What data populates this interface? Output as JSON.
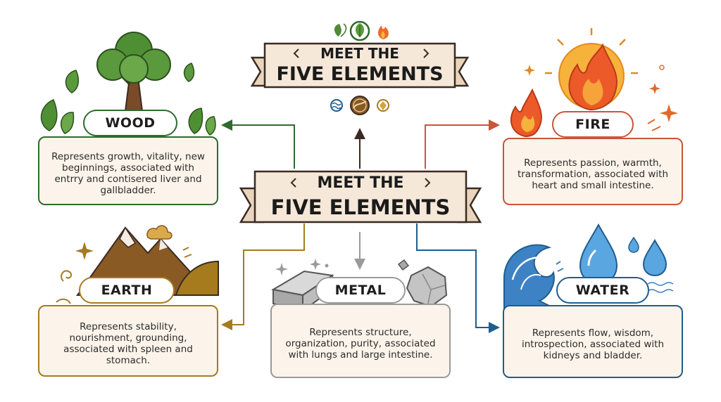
{
  "title": {
    "line1": "MEET THE",
    "line2": "FIVE ELEMENTS"
  },
  "elements": {
    "wood": {
      "label": "WOOD",
      "description": "Represents growth, vitality, new beginnings, associated with entrry and contisered liver and gallbladder.",
      "color": "#2f6b2f"
    },
    "fire": {
      "label": "FIRE",
      "description": "Represents passion, warmth, transformation, associated with heart and small intestine.",
      "color": "#c9553a"
    },
    "earth": {
      "label": "EARTH",
      "description": "Represents stability, nourishment, grounding, associated with spleen and stomach.",
      "color": "#a57b1e"
    },
    "metal": {
      "label": "METAL",
      "description": "Represents structure, organization, purity, associated with lungs and large intestine.",
      "color": "#9a9a9a"
    },
    "water": {
      "label": "WATER",
      "description": "Represents flow, wisdom, introspection, associated with kidneys and bladder.",
      "color": "#1f5d8f"
    }
  },
  "colors": {
    "box_fill": "#fcf4ea",
    "banner_fill": "#f5e8d8",
    "banner_border": "#3a2a22"
  }
}
